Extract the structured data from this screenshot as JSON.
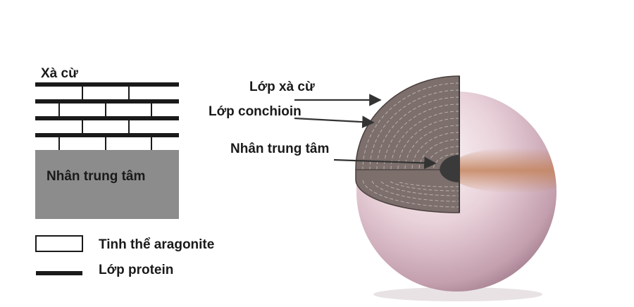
{
  "left_diagram": {
    "top_label": "Xà cừ",
    "core_label": "Nhân trung tâm",
    "core_color": "#8c8c8c"
  },
  "legend": {
    "items": [
      {
        "label": "Tinh thể aragonite",
        "symbol": "box"
      },
      {
        "label": "Lớp protein",
        "symbol": "line"
      }
    ]
  },
  "pearl": {
    "labels": {
      "nacre": "Lớp xà cừ",
      "conchiolin": "Lớp conchioin",
      "nucleus": "Nhân trung tâm"
    },
    "colors": {
      "pearl_base": "#e6cdd6",
      "pearl_shadow": "#b88fa0",
      "band": "#c4855e",
      "cross_section": "#7c6f6c",
      "nucleus": "#3a3a3a"
    }
  }
}
